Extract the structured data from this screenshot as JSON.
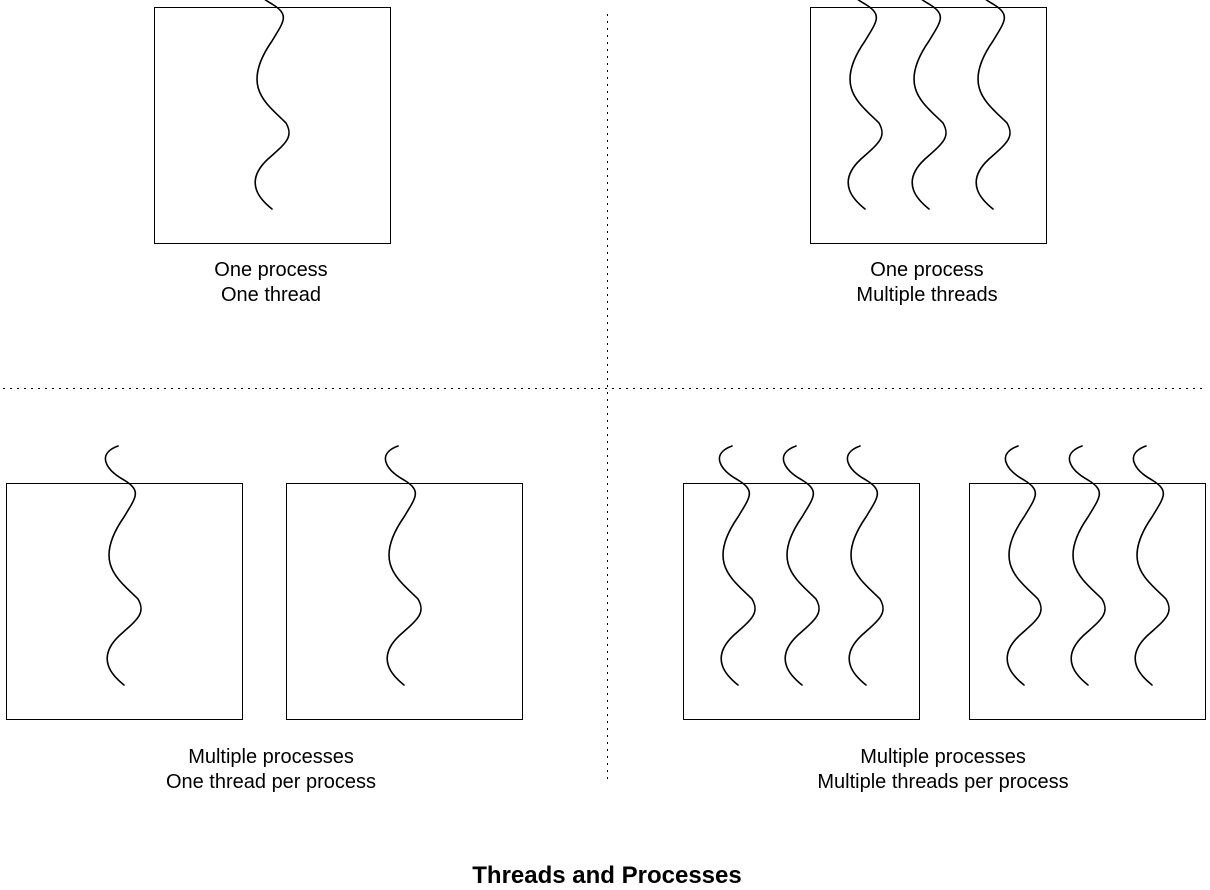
{
  "title": "Threads and Processes",
  "quadrants": [
    {
      "line1": "One process",
      "line2": "One thread",
      "processes": 1,
      "threads_per_process": 1
    },
    {
      "line1": "One process",
      "line2": "Multiple threads",
      "processes": 1,
      "threads_per_process": 3
    },
    {
      "line1": "Multiple processes",
      "line2": "One thread per process",
      "processes": 2,
      "threads_per_process": 1
    },
    {
      "line1": "Multiple processes",
      "line2": "Multiple threads per process",
      "processes": 2,
      "threads_per_process": 3
    }
  ],
  "colors": {
    "stroke": "#000000",
    "background": "#ffffff"
  }
}
